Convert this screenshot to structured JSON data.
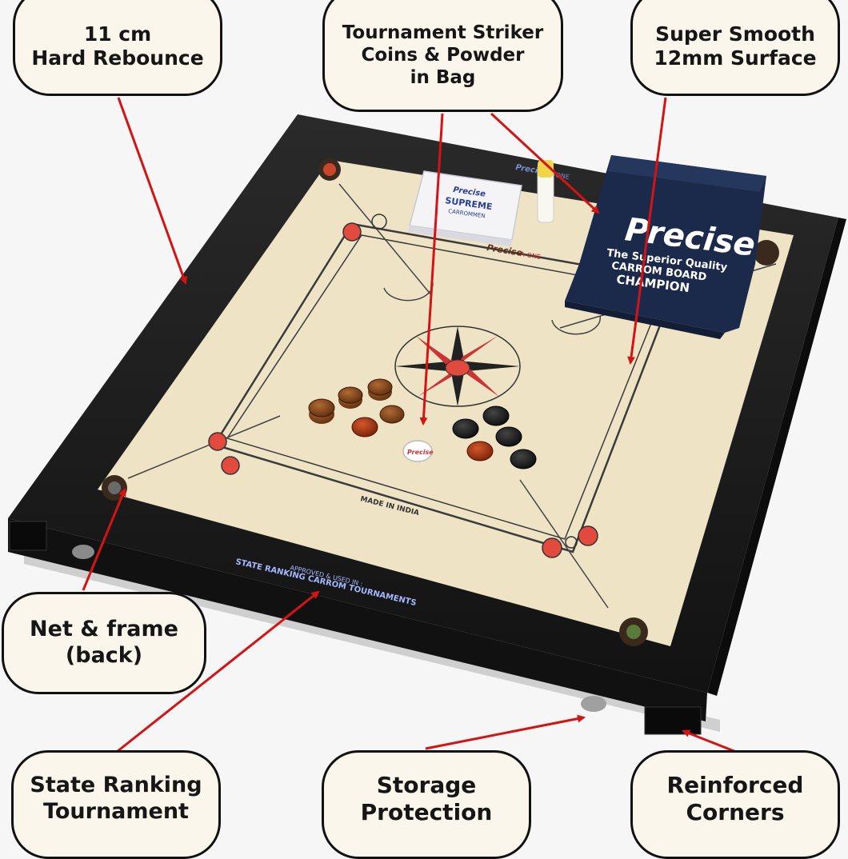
{
  "callouts": {
    "rebounce": [
      "11 cm",
      "Hard Rebounce"
    ],
    "striker": [
      "Tournament Striker",
      "Coins & Powder",
      "in Bag"
    ],
    "surface": [
      "Super Smooth",
      "12mm Surface"
    ],
    "net_frame": [
      "Net & frame",
      "(back)"
    ],
    "state_ranking": [
      "State Ranking",
      "Tournament"
    ],
    "storage": [
      "Storage",
      "Protection"
    ],
    "corners": [
      "Reinforced",
      "Corners"
    ]
  },
  "board": {
    "brand_logo": "Precise",
    "board_model": "A-ONE",
    "made_in": "MADE IN INDIA",
    "frame_print_small": "APPROVED & USED IN :",
    "frame_print_large": "STATE RANKING CARROM TOURNAMENTS"
  },
  "coin_box": {
    "brand": "Precise",
    "label": "SUPREME",
    "sublabel": "CARROMMEN"
  },
  "bag": {
    "brand": "Precise",
    "line1": "The Superior Quality",
    "line2": "CARROM BOARD",
    "line3": "CHAMPION"
  },
  "striker_label": "Precise",
  "colors": {
    "frame": "#1c1c1c",
    "surface": "#efe3c6",
    "arrow": "#d41414",
    "bag": "#1b2a4a",
    "red_circle": "#e24a3e"
  }
}
